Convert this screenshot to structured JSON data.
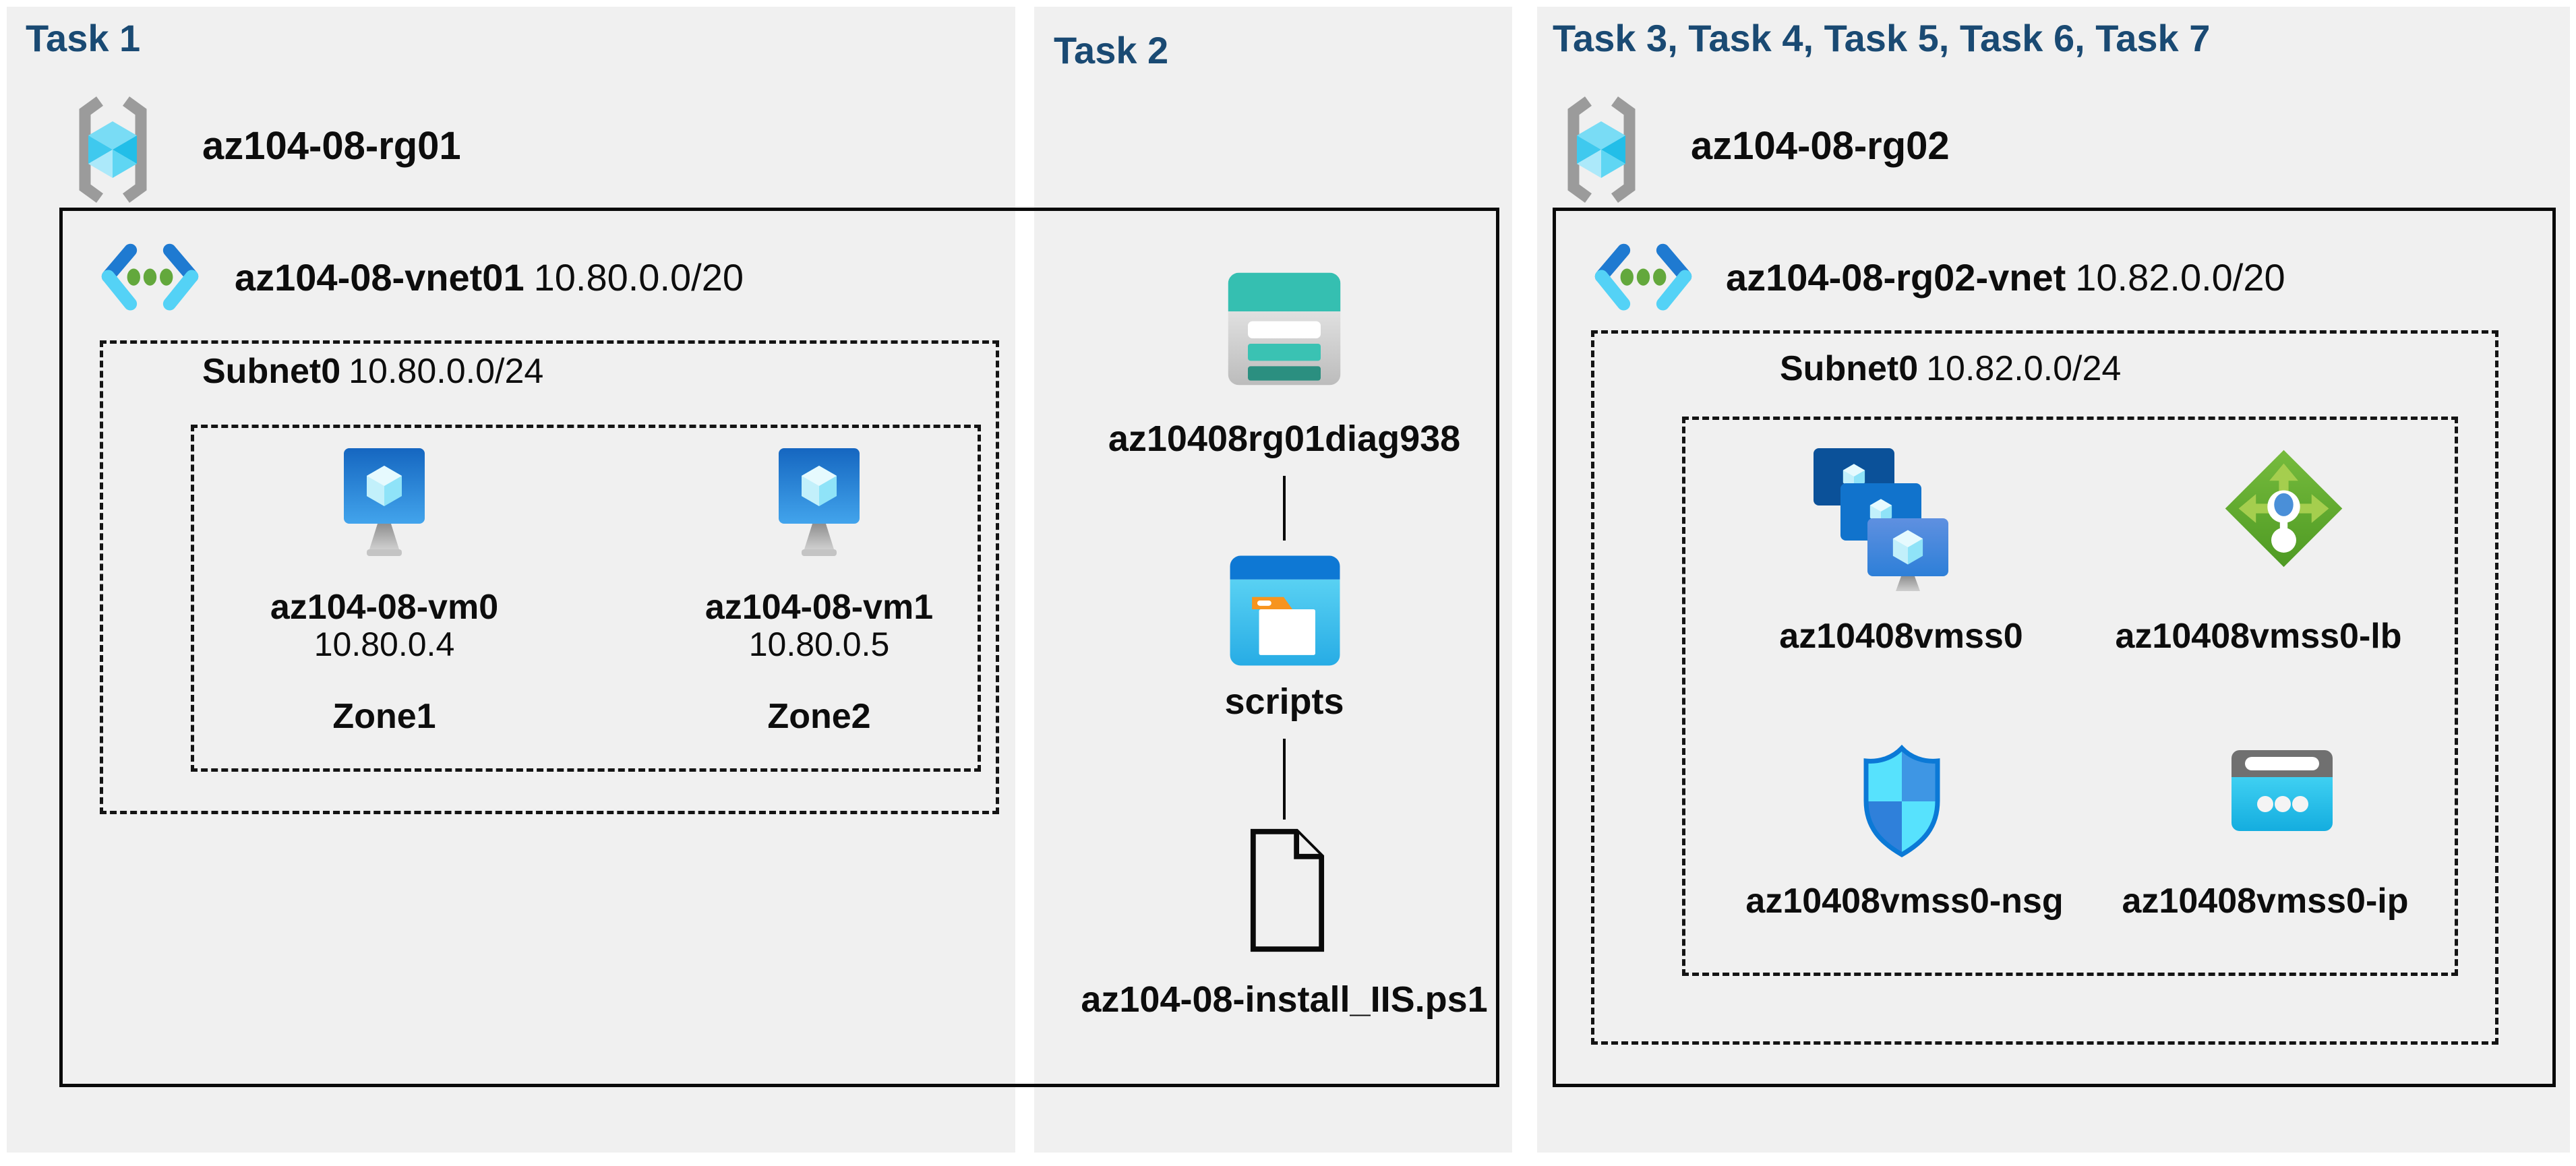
{
  "page": {
    "background": "#ffffff",
    "panel_background": "#f0f0f0",
    "header_color": "#1a4a73",
    "text_color": "#0d0d0d",
    "line_color": "#0a0a0a"
  },
  "task1": {
    "header": "Task 1",
    "resource_group": "az104-08-rg01",
    "vnet_name": "az104-08-vnet01",
    "vnet_cidr": "10.80.0.0/20",
    "subnet_name": "Subnet0",
    "subnet_cidr": "10.80.0.0/24",
    "vms": [
      {
        "name": "az104-08-vm0",
        "ip": "10.80.0.4",
        "zone": "Zone1"
      },
      {
        "name": "az104-08-vm1",
        "ip": "10.80.0.5",
        "zone": "Zone2"
      }
    ]
  },
  "task2": {
    "header": "Task 2",
    "storage_account": "az10408rg01diag938",
    "folder": "scripts",
    "script_file": "az104-08-install_IIS.ps1"
  },
  "task3": {
    "header": "Task 3, Task 4, Task 5, Task 6, Task 7",
    "resource_group": "az104-08-rg02",
    "vnet_name": "az104-08-rg02-vnet",
    "vnet_cidr": "10.82.0.0/20",
    "subnet_name": "Subnet0",
    "subnet_cidr": "10.82.0.0/24",
    "resources": {
      "vmss": "az10408vmss0",
      "load_balancer": "az10408vmss0-lb",
      "nsg": "az10408vmss0-nsg",
      "public_ip": "az10408vmss0-ip"
    }
  },
  "icons": {
    "resource-group-icon": "cube in gray brackets",
    "vnet-icon": "blue chevrons with green dots",
    "vm-icon": "blue monitor with crystal",
    "storage-account-icon": "teal storage table",
    "folder-window-icon": "window with folder",
    "file-icon": "document outline with folded corner",
    "vmss-icon": "stacked vm tiles",
    "load-balancer-icon": "green diamond with arrows",
    "nsg-icon": "blue quartered shield",
    "public-ip-icon": "cyan panel with dots"
  }
}
